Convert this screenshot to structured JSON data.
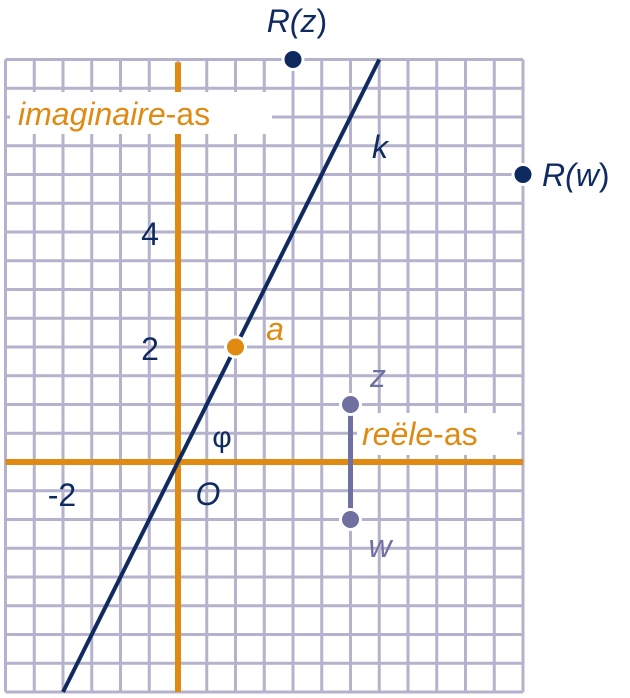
{
  "colors": {
    "grid": "#b4b2cc",
    "axes": "#e08a12",
    "line_k": "#0e2a5e",
    "point_dark": "#0e2a5e",
    "point_orange": "#e08a12",
    "point_gray": "#6f70a0",
    "text_dark": "#0e2a5e",
    "text_orange": "#e08a12",
    "text_gray": "#6f70a0"
  },
  "axes": {
    "real_label_prefix": "reële",
    "real_label_suffix": "-as",
    "imag_label_prefix": "imaginaire",
    "imag_label_suffix": "-as",
    "origin_label": "O",
    "x_range": [
      -3,
      6
    ],
    "y_range": [
      -4,
      7
    ],
    "grid_step": 0.5,
    "tick_labels": [
      {
        "text": "-2",
        "axis": "x",
        "value": -2
      },
      {
        "text": "2",
        "axis": "y",
        "value": 2
      },
      {
        "text": "4",
        "axis": "y",
        "value": 4
      }
    ]
  },
  "line_k": {
    "label": "k",
    "slope": 2,
    "intercept": 0
  },
  "angle_label": "φ",
  "points": [
    {
      "id": "a",
      "label": "a",
      "x": 1,
      "y": 2,
      "color": "point_orange"
    },
    {
      "id": "z",
      "label": "z",
      "x": 3,
      "y": 1,
      "color": "point_gray"
    },
    {
      "id": "w",
      "label": "w",
      "x": 3,
      "y": -1,
      "color": "point_gray"
    },
    {
      "id": "Rz",
      "label_prefix": "R(",
      "label_var": "z",
      "label_suffix": ")",
      "x": 2,
      "y": 7,
      "color": "point_dark"
    },
    {
      "id": "Rw",
      "label_prefix": "R(",
      "label_var": "w",
      "label_suffix": ")",
      "x": 6,
      "y": 5,
      "color": "point_dark"
    }
  ]
}
